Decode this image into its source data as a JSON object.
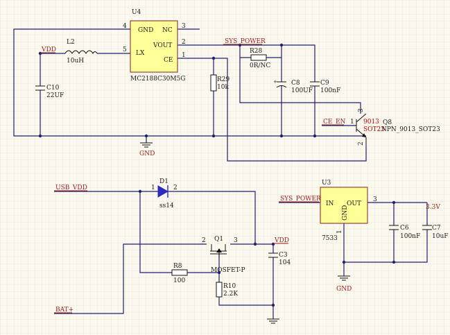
{
  "u4": {
    "ref": "U4",
    "part": "MC2188C30M5G",
    "pin_gnd": "GND",
    "pin_nc": "NC",
    "pin_lx": "LX",
    "pin_vout": "VOUT",
    "pin_ce": "CE",
    "p4": "4",
    "p3": "3",
    "p5": "5",
    "p2": "2",
    "p1": "1"
  },
  "l2": {
    "ref": "L2",
    "value": "10uH"
  },
  "c10": {
    "ref": "C10",
    "value": "22UF"
  },
  "r28": {
    "ref": "R28",
    "value": "0R/NC"
  },
  "r29": {
    "ref": "R29",
    "value": "10k"
  },
  "c8": {
    "ref": "C8",
    "value": "100UF"
  },
  "c9": {
    "ref": "C9",
    "value": "100nF"
  },
  "q8": {
    "ref": "Q8",
    "part": "9013",
    "pkg": "SOT23",
    "full": "NPN_9013_SOT23",
    "p1": "1",
    "p2": "2",
    "p3": "3"
  },
  "nets": {
    "vdd": "VDD",
    "sys_power": "SYS_POWER",
    "ce_en": "CE_EN",
    "usb_vdd": "USB_VDD",
    "bat": "BAT+",
    "v33": "3.3V",
    "gnd": "GND"
  },
  "d1": {
    "ref": "D1",
    "value": "ss14",
    "p1": "1",
    "p2": "2"
  },
  "u3": {
    "ref": "U3",
    "part": "7533",
    "pin_in": "IN",
    "pin_out": "OUT",
    "pin_gnd": "GND",
    "p3": "3",
    "p1": "1"
  },
  "c6": {
    "ref": "C6",
    "value": "100nF"
  },
  "c7": {
    "ref": "C7",
    "value": "10uF"
  },
  "q1": {
    "ref": "Q1",
    "part": "MOSFET-P",
    "p2": "2",
    "p3": "3"
  },
  "r8": {
    "ref": "R8",
    "value": "100"
  },
  "r10": {
    "ref": "R10",
    "value": "2.2K"
  },
  "c3": {
    "ref": "C3",
    "value": "104"
  },
  "colors": {
    "wire": "#1f1f73",
    "net_label": "#a01c1c",
    "ic_fill": "#ffff99",
    "diode": "#2b2bbf",
    "grid": "#e6dcc2"
  }
}
